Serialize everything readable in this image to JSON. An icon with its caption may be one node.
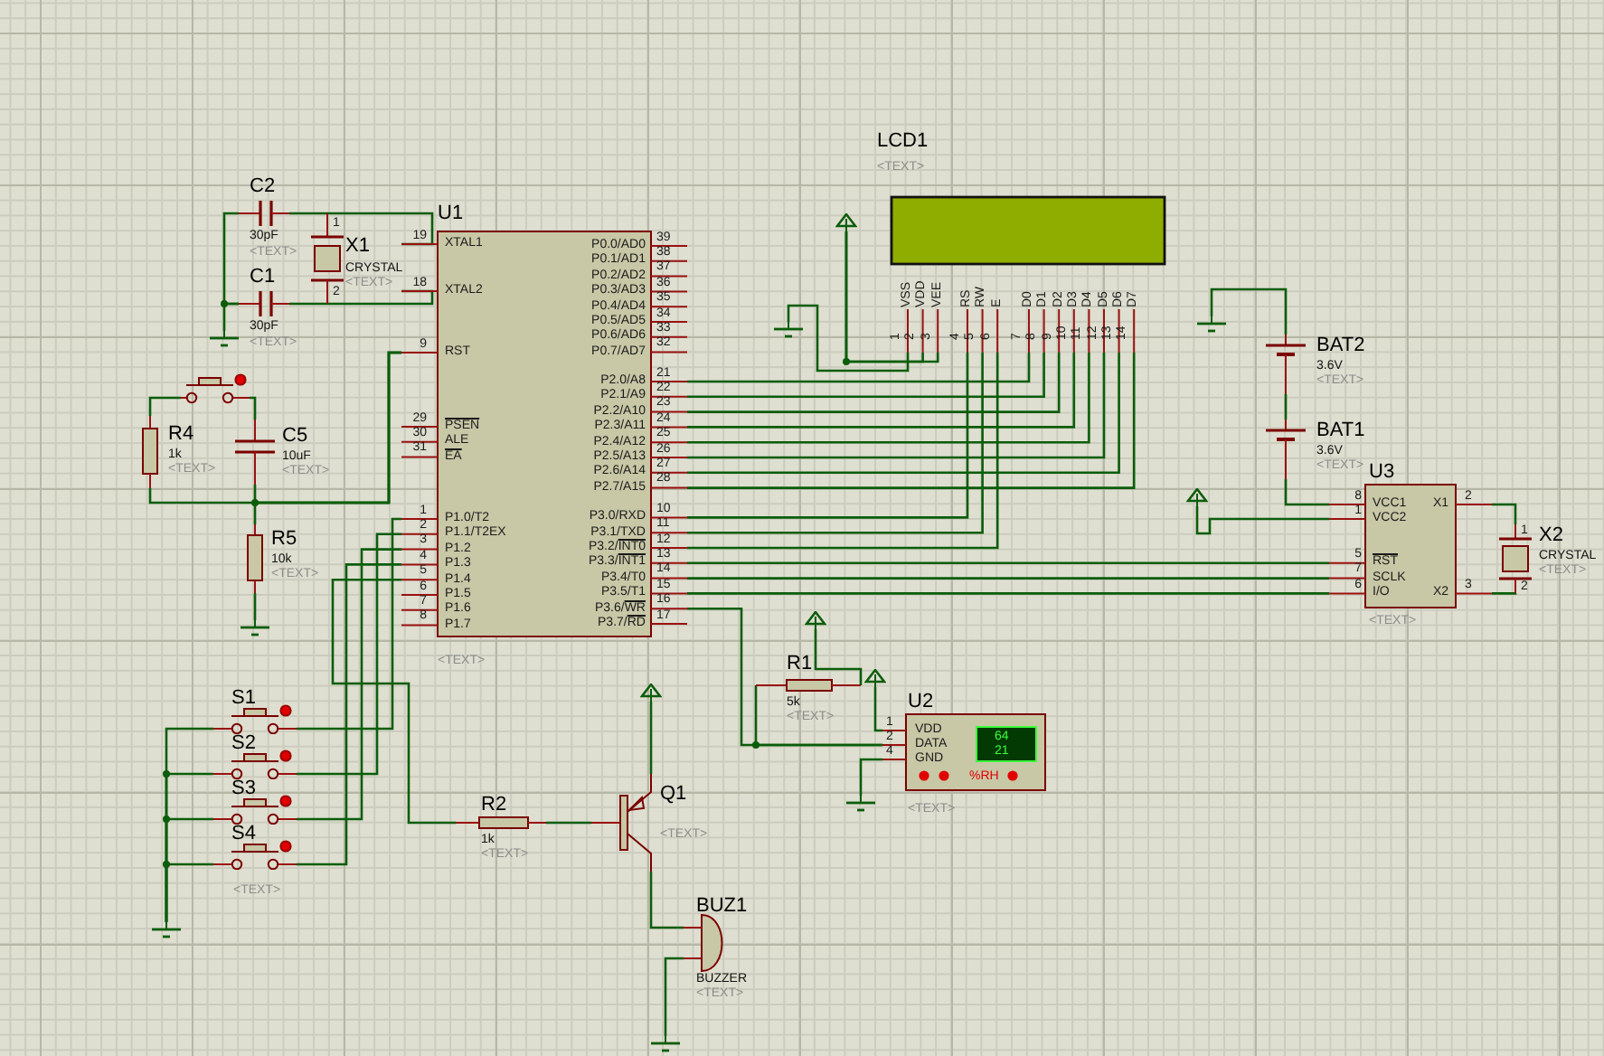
{
  "diagram": {
    "nodes": [
      {
        "text": [
          "C2",
          "30pF",
          "<TEXT>"
        ]
      },
      {
        "text": [
          "C1",
          "30pF",
          "<TEXT>"
        ]
      },
      {
        "text": [
          "X1",
          "CRYSTAL",
          "<TEXT>",
          "1",
          "2"
        ]
      },
      {
        "text": [],
        "shape": "ground"
      },
      {
        "text": [
          "U1",
          "XTAL1",
          "XTAL2",
          "RST",
          "PSEN",
          "ALE",
          "EA",
          "P1.0/T2",
          "P1.1/T2EX",
          "P1.2",
          "P1.3",
          "P1.4",
          "P1.5",
          "P1.6",
          "P1.7",
          "19",
          "18",
          "9",
          "29",
          "30",
          "31",
          "1",
          "2",
          "3",
          "4",
          "5",
          "6",
          "7",
          "8",
          "P0.0/AD0",
          "P0.1/AD1",
          "P0.2/AD2",
          "P0.3/AD3",
          "P0.4/AD4",
          "P0.5/AD5",
          "P0.6/AD6",
          "P0.7/AD7",
          "P2.0/A8",
          "P2.1/A9",
          "P2.2/A10",
          "P2.3/A11",
          "P2.4/A12",
          "P2.5/A13",
          "P2.6/A14",
          "P2.7/A15",
          "P3.0/RXD",
          "P3.1/TXD",
          "P3.2/INT0",
          "P3.3/INT1",
          "P3.4/T0",
          "P3.5/T1",
          "P3.6/WR",
          "P3.7/RD",
          "39",
          "38",
          "37",
          "36",
          "35",
          "34",
          "33",
          "32",
          "21",
          "22",
          "23",
          "24",
          "25",
          "26",
          "27",
          "28",
          "10",
          "11",
          "12",
          "13",
          "14",
          "15",
          "16",
          "17",
          "<TEXT>"
        ]
      },
      {
        "text": [],
        "shape": "switch"
      },
      {
        "text": [
          "R4",
          "1k",
          "<TEXT>"
        ]
      },
      {
        "text": [
          "C5",
          "10uF",
          "<TEXT>"
        ]
      },
      {
        "text": [
          "R5",
          "10k",
          "<TEXT>"
        ]
      },
      {
        "text": [],
        "shape": "ground"
      },
      {
        "text": [
          "LCD1",
          "<TEXT>",
          "VSS",
          "VDD",
          "VEE",
          "RS",
          "RW",
          "E",
          "D0",
          "D1",
          "D2",
          "D3",
          "D4",
          "D5",
          "D6",
          "D7",
          "1",
          "2",
          "3",
          "4",
          "5",
          "6",
          "7",
          "8",
          "9",
          "10",
          "11",
          "12",
          "13",
          "14"
        ]
      },
      {
        "text": [],
        "shape": "terminal"
      },
      {
        "text": [],
        "shape": "ground"
      },
      {
        "text": [
          "BAT2",
          "3.6V",
          "<TEXT>"
        ]
      },
      {
        "text": [],
        "shape": "ground"
      },
      {
        "text": [
          "BAT1",
          "3.6V",
          "<TEXT>"
        ]
      },
      {
        "text": [
          "U3",
          "VCC1",
          "VCC2",
          "RST",
          "SCLK",
          "I/O",
          "X1",
          "X2",
          "8",
          "1",
          "5",
          "7",
          "6",
          "2",
          "3",
          "<TEXT>"
        ]
      },
      {
        "text": [],
        "shape": "terminal"
      },
      {
        "text": [
          "X2",
          "CRYSTAL",
          "<TEXT>",
          "1",
          "2"
        ]
      },
      {
        "text": [
          "R1",
          "5k",
          "<TEXT>"
        ]
      },
      {
        "text": [],
        "shape": "terminal"
      },
      {
        "text": [],
        "shape": "terminal"
      },
      {
        "text": [
          "U2",
          "VDD",
          "DATA",
          "GND",
          "1",
          "2",
          "4",
          "64",
          "21",
          "%RH",
          "<TEXT>"
        ]
      },
      {
        "text": [],
        "shape": "ground"
      },
      {
        "text": [
          "S1"
        ]
      },
      {
        "text": [
          "S2"
        ]
      },
      {
        "text": [
          "S3"
        ]
      },
      {
        "text": [
          "S4"
        ]
      },
      {
        "text": [],
        "shape": "ground"
      },
      {
        "text": [
          "R2",
          "1k",
          "<TEXT>"
        ]
      },
      {
        "text": [
          "Q1",
          "<TEXT>"
        ]
      },
      {
        "text": [],
        "shape": "terminal"
      },
      {
        "text": [
          "BUZ1",
          "BUZZER",
          "<TEXT>"
        ]
      },
      {
        "text": [],
        "shape": "ground"
      }
    ],
    "edges": [
      {
        "from": 0,
        "to": 2,
        "arrow": "none"
      },
      {
        "from": 2,
        "to": 4,
        "arrow": "none"
      },
      {
        "from": 1,
        "to": 2,
        "arrow": "none"
      },
      {
        "from": 2,
        "to": 4,
        "arrow": "none"
      },
      {
        "from": 0,
        "to": 1,
        "arrow": "none"
      },
      {
        "from": 1,
        "to": 3,
        "arrow": "none"
      },
      {
        "from": 5,
        "to": 6,
        "arrow": "none"
      },
      {
        "from": 5,
        "to": 7,
        "arrow": "none"
      },
      {
        "from": 6,
        "to": 4,
        "arrow": "none"
      },
      {
        "from": 7,
        "to": 4,
        "arrow": "none"
      },
      {
        "from": 8,
        "to": 4,
        "arrow": "none"
      },
      {
        "from": 8,
        "to": 9,
        "arrow": "none"
      },
      {
        "from": 11,
        "to": 10,
        "arrow": "none"
      },
      {
        "from": 11,
        "to": 10,
        "arrow": "none"
      },
      {
        "from": 10,
        "to": 12,
        "arrow": "none"
      },
      {
        "from": 4,
        "to": 10,
        "arrow": "none"
      },
      {
        "from": 4,
        "to": 10,
        "arrow": "none"
      },
      {
        "from": 4,
        "to": 10,
        "arrow": "none"
      },
      {
        "from": 4,
        "to": 10,
        "arrow": "none"
      },
      {
        "from": 4,
        "to": 10,
        "arrow": "none"
      },
      {
        "from": 4,
        "to": 10,
        "arrow": "none"
      },
      {
        "from": 4,
        "to": 10,
        "arrow": "none"
      },
      {
        "from": 4,
        "to": 10,
        "arrow": "none"
      },
      {
        "from": 4,
        "to": 10,
        "arrow": "none"
      },
      {
        "from": 4,
        "to": 10,
        "arrow": "none"
      },
      {
        "from": 4,
        "to": 10,
        "arrow": "none"
      },
      {
        "from": 4,
        "to": 16,
        "arrow": "none"
      },
      {
        "from": 4,
        "to": 16,
        "arrow": "none"
      },
      {
        "from": 4,
        "to": 16,
        "arrow": "none"
      },
      {
        "from": 4,
        "to": 22,
        "arrow": "none"
      },
      {
        "from": 19,
        "to": 22,
        "arrow": "none"
      },
      {
        "from": 20,
        "to": 19,
        "arrow": "none"
      },
      {
        "from": 21,
        "to": 22,
        "arrow": "none"
      },
      {
        "from": 22,
        "to": 23,
        "arrow": "none"
      },
      {
        "from": 13,
        "to": 14,
        "arrow": "none"
      },
      {
        "from": 13,
        "to": 15,
        "arrow": "none"
      },
      {
        "from": 15,
        "to": 16,
        "arrow": "none"
      },
      {
        "from": 17,
        "to": 16,
        "arrow": "none"
      },
      {
        "from": 16,
        "to": 18,
        "arrow": "none"
      },
      {
        "from": 16,
        "to": 18,
        "arrow": "none"
      },
      {
        "from": 4,
        "to": 24,
        "arrow": "none"
      },
      {
        "from": 4,
        "to": 25,
        "arrow": "none"
      },
      {
        "from": 4,
        "to": 26,
        "arrow": "none"
      },
      {
        "from": 4,
        "to": 27,
        "arrow": "none"
      },
      {
        "from": 24,
        "to": 28,
        "arrow": "none"
      },
      {
        "from": 25,
        "to": 28,
        "arrow": "none"
      },
      {
        "from": 26,
        "to": 28,
        "arrow": "none"
      },
      {
        "from": 27,
        "to": 28,
        "arrow": "none"
      },
      {
        "from": 4,
        "to": 29,
        "arrow": "none"
      },
      {
        "from": 29,
        "to": 30,
        "arrow": "none"
      },
      {
        "from": 31,
        "to": 30,
        "arrow": "none"
      },
      {
        "from": 30,
        "to": 32,
        "arrow": "none"
      },
      {
        "from": 32,
        "to": 33,
        "arrow": "none"
      }
    ],
    "labels": [
      "<TEXT>"
    ]
  }
}
